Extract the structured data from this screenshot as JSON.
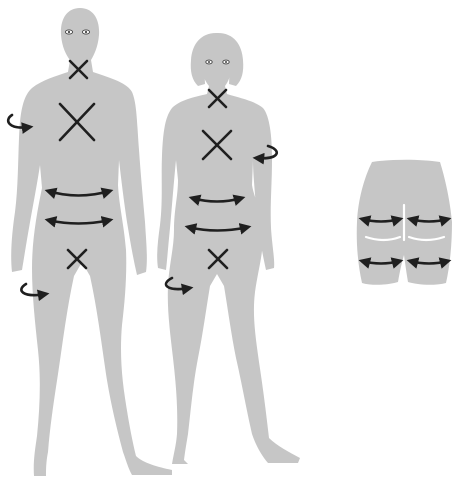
{
  "colors": {
    "background": "#ffffff",
    "silhouette": "#c6c6c6",
    "marker": "#1f1f1f"
  },
  "figures": [
    {
      "name": "male-figure",
      "markers": [
        {
          "name": "neck-measure-cross",
          "icon": "cross-icon"
        },
        {
          "name": "chest-measure-cross",
          "icon": "cross-icon"
        },
        {
          "name": "upper-arm-rotate-arrow",
          "icon": "curved-arrow-icon"
        },
        {
          "name": "waist-double-arrow",
          "icon": "double-arrow-icon"
        },
        {
          "name": "hip-double-arrow",
          "icon": "double-arrow-icon"
        },
        {
          "name": "groin-measure-cross",
          "icon": "cross-icon"
        },
        {
          "name": "thigh-rotate-arrow",
          "icon": "curved-arrow-icon"
        }
      ]
    },
    {
      "name": "female-figure",
      "markers": [
        {
          "name": "neck-measure-cross",
          "icon": "cross-icon"
        },
        {
          "name": "chest-measure-cross",
          "icon": "cross-icon"
        },
        {
          "name": "upper-arm-rotate-arrow",
          "icon": "curved-arrow-icon"
        },
        {
          "name": "waist-double-arrow",
          "icon": "double-arrow-icon"
        },
        {
          "name": "hip-double-arrow",
          "icon": "double-arrow-icon"
        },
        {
          "name": "groin-measure-cross",
          "icon": "cross-icon"
        },
        {
          "name": "thigh-rotate-arrow",
          "icon": "curved-arrow-icon"
        }
      ]
    },
    {
      "name": "buttocks-detail",
      "markers": [
        {
          "name": "upper-left-double-arrow",
          "icon": "double-arrow-icon"
        },
        {
          "name": "upper-right-double-arrow",
          "icon": "double-arrow-icon"
        },
        {
          "name": "lower-left-double-arrow",
          "icon": "double-arrow-icon"
        },
        {
          "name": "lower-right-double-arrow",
          "icon": "double-arrow-icon"
        }
      ]
    }
  ]
}
